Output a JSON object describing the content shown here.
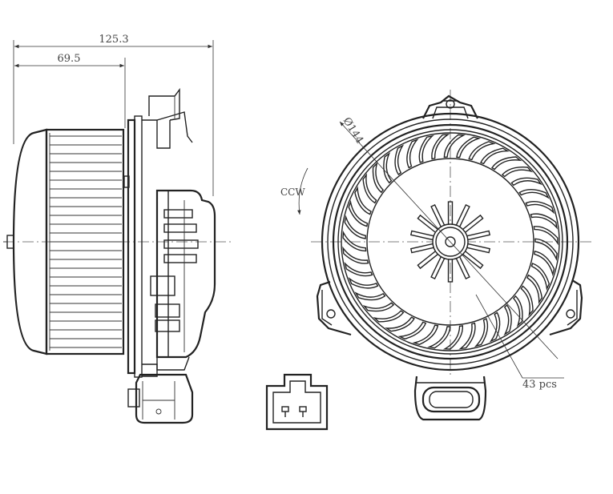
{
  "dimensions": {
    "overall_length": "125.3",
    "body_length": "69.5",
    "diameter": "Ø144",
    "blade_count": "43 pcs",
    "rotation": "CCW"
  }
}
